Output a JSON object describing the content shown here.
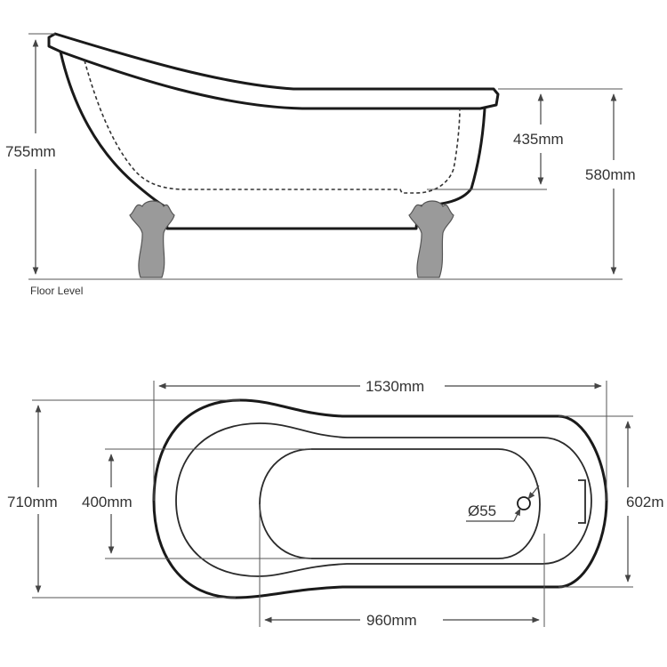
{
  "side_view": {
    "height_total": "755mm",
    "depth_inner": "435mm",
    "height_rim": "580mm",
    "floor_label": "Floor Level"
  },
  "plan_view": {
    "length": "1530mm",
    "width_total": "710mm",
    "width_inner": "400mm",
    "width_end": "602m",
    "length_inner": "960mm",
    "waste_diameter": "Ø55"
  },
  "colors": {
    "line": "#1a1a1a",
    "foot_fill": "#9a9a9a",
    "dimension": "#444444"
  }
}
